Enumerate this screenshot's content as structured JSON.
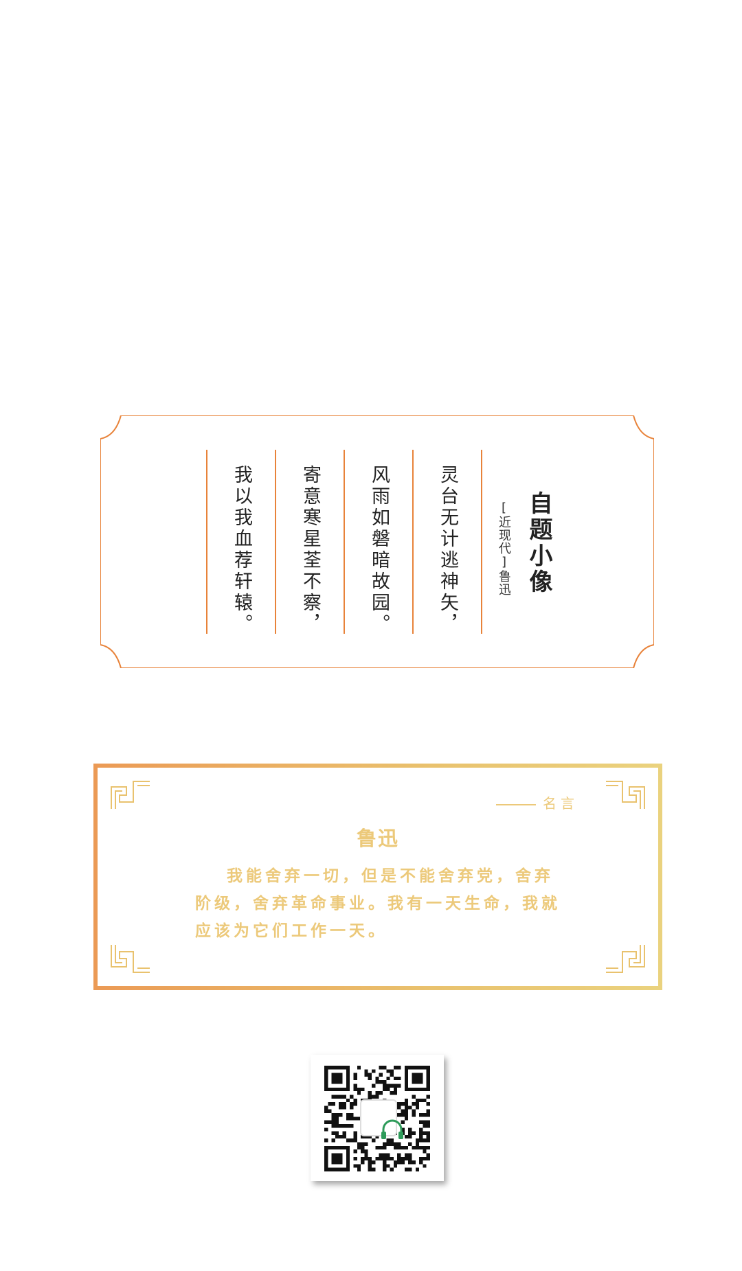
{
  "poem": {
    "title": "自题小像",
    "author": "[近现代]鲁迅",
    "lines": [
      "灵台无计逃神矢，",
      "风雨如磐暗故园。",
      "寄意寒星荃不察，",
      "我以我血荐轩辕。"
    ]
  },
  "quote": {
    "label": "名言",
    "author": "鲁迅",
    "text": "我能舍弃一切，但是不能舍弃党，舍弃阶级，舍弃革命事业。我有一天生命，我就应该为它们工作一天。"
  },
  "colors": {
    "card_border": "#e8833a",
    "quote_gold": "#ecc97a",
    "quote_orange": "#eb9a55"
  },
  "icons": {
    "qr": "qr-code-icon",
    "badge": "headphones-icon"
  }
}
